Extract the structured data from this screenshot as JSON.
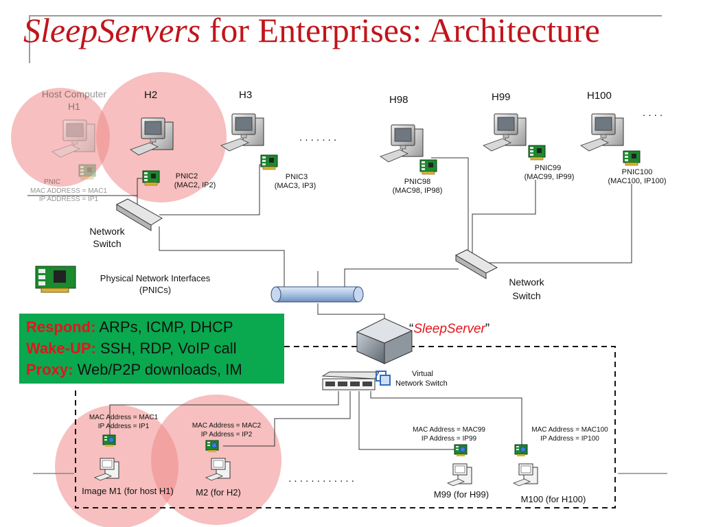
{
  "slide": {
    "title_italic": "SleepServers",
    "title_rest": " for Enterprises: Architecture"
  },
  "hosts": {
    "h1_line1": "Host Computer",
    "h1_line2": "H1",
    "h1_pnic": "PNIC",
    "h1_mac": "MAC ADDRESS = MAC1",
    "h1_ip": "IP ADDRESS = IP1",
    "h2": "H2",
    "h3": "H3",
    "h98": "H98",
    "h99": "H99",
    "h100": "H100",
    "ellipsis_mid": ". . . . . . .",
    "ellipsis_right": ". . . ."
  },
  "pnics": {
    "pnic2_name": "PNIC2",
    "pnic2_addr": "(MAC2, IP2)",
    "pnic3_name": "PNIC3",
    "pnic3_addr": "(MAC3, IP3)",
    "pnic98_name": "PNIC98",
    "pnic98_addr": "(MAC98, IP98)",
    "pnic99_name": "PNIC99",
    "pnic99_addr": "(MAC99, IP99)",
    "pnic100_name": "PNIC100",
    "pnic100_addr": "(MAC100, IP100)"
  },
  "switches": {
    "left_line1": "Network",
    "left_line2": "Switch",
    "right_line1": "Network",
    "right_line2": "Switch",
    "virtual_line1": "Virtual",
    "virtual_line2": "Network Switch"
  },
  "legend": {
    "pnic_line1": "Physical Network Interfaces",
    "pnic_line2": "(PNICs)"
  },
  "server": {
    "label_open": "“",
    "label_name": "SleepServer",
    "label_close": "”"
  },
  "capabilities": [
    {
      "key": "Respond:",
      "text": " ARPs, ICMP, DHCP"
    },
    {
      "key": "Wake-UP:",
      "text": " SSH, RDP, VoIP call"
    },
    {
      "key": "Proxy:",
      "text": " Web/P2P downloads, IM"
    }
  ],
  "images": {
    "m1_mac": "MAC Address = MAC1",
    "m1_ip": "IP Address = IP1",
    "m1_label": "Image M1 (for host H1)",
    "m2_mac": "MAC Address = MAC2",
    "m2_ip": "IP Address = IP2",
    "m2_label": "M2 (for H2)",
    "m99_mac": "MAC Address = MAC99",
    "m99_ip": "IP Address = IP99",
    "m99_label": "M99 (for H99)",
    "m100_mac": "MAC Address = MAC100",
    "m100_ip": "IP Address = IP100",
    "m100_label": "M100 (for H100)",
    "ellipsis": ". . . . . . . . . . . ."
  },
  "colors": {
    "title": "#c0151b",
    "circle": "#f08a8a",
    "green_box": "#0aa84f",
    "key_text": "#e0161c"
  }
}
